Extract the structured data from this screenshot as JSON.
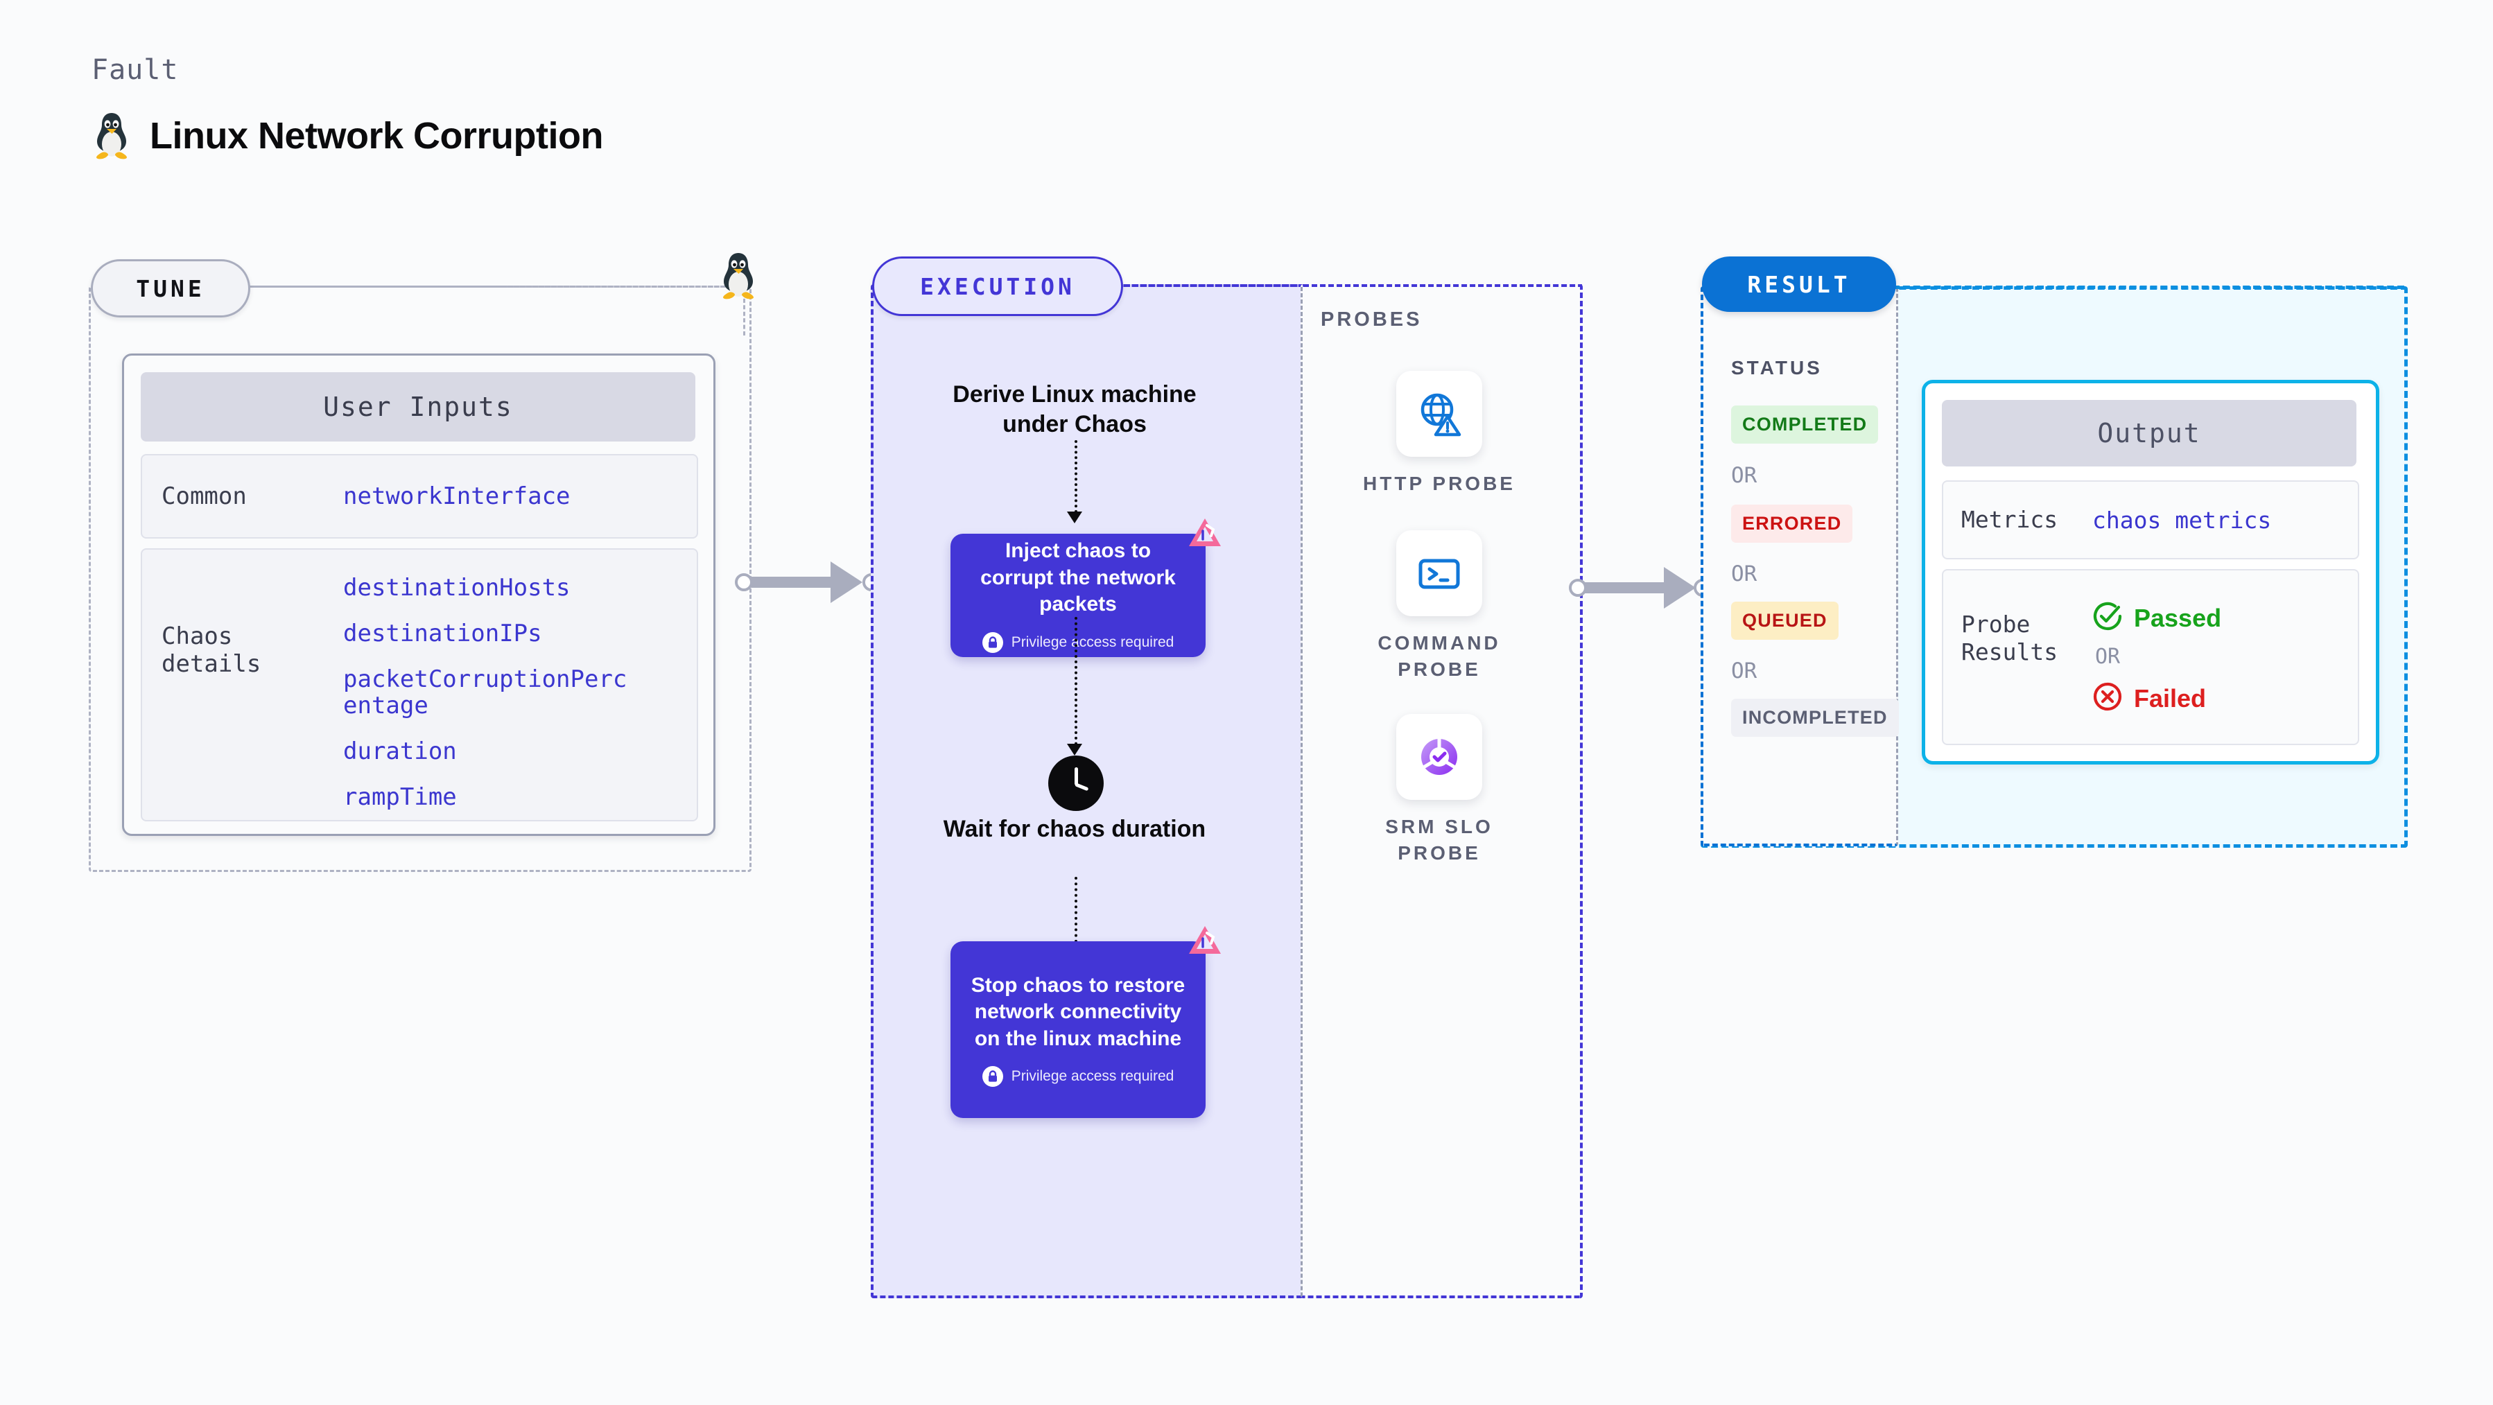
{
  "header": {
    "kicker": "Fault",
    "title": "Linux Network Corruption",
    "icon": "linux-penguin-icon"
  },
  "tune": {
    "badge": "TUNE",
    "card_header": "User Inputs",
    "rows": [
      {
        "key": "Common",
        "values": [
          "networkInterface"
        ]
      },
      {
        "key": "Chaos details",
        "values": [
          "destinationHosts",
          "destinationIPs",
          "packetCorruptionPercentage",
          "duration",
          "rampTime"
        ]
      }
    ]
  },
  "execution": {
    "badge": "EXECUTION",
    "derive_text": "Derive Linux machine under Chaos",
    "wait_text": "Wait for chaos duration",
    "inject_box": {
      "title": "Inject chaos to corrupt the network packets",
      "privilege": "Privilege access required"
    },
    "stop_box": {
      "title": "Stop chaos to restore network connectivity on the linux machine",
      "privilege": "Privilege access required"
    }
  },
  "probes": {
    "title": "PROBES",
    "items": [
      {
        "label": "HTTP PROBE",
        "icon": "globe-warning-icon"
      },
      {
        "label": "COMMAND PROBE",
        "icon": "terminal-icon"
      },
      {
        "label": "SRM SLO PROBE",
        "icon": "slo-gauge-check-icon"
      }
    ]
  },
  "result": {
    "badge": "RESULT",
    "status_title": "STATUS",
    "or_label": "OR",
    "statuses": [
      "COMPLETED",
      "ERRORED",
      "QUEUED",
      "INCOMPLETED"
    ],
    "output": {
      "header": "Output",
      "metrics_key": "Metrics",
      "metrics_value": "chaos metrics",
      "probe_key": "Probe Results",
      "passed": "Passed",
      "failed": "Failed",
      "or_label": "OR"
    }
  },
  "colors": {
    "chaos_purple": "#4336d6",
    "result_blue": "#0b72d4",
    "output_cyan": "#0db2e8",
    "pass_green": "#17a31c",
    "fail_red": "#dd1f1f",
    "badge_pink": "#f4699b"
  }
}
